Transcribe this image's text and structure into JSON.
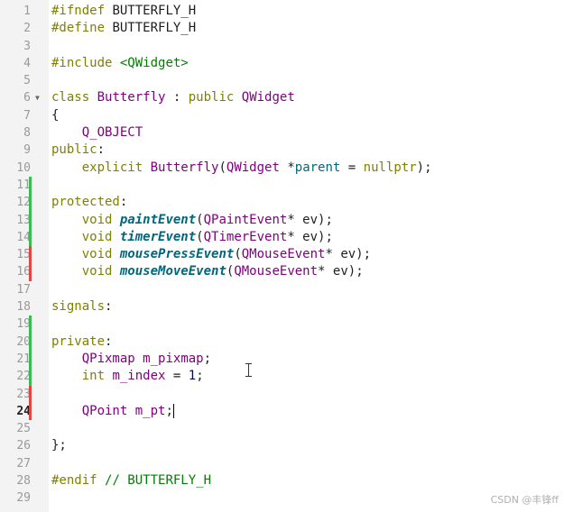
{
  "watermark": "CSDN @丰锋ff",
  "colors": {
    "keyword": "#808000",
    "type": "#800080",
    "function": "#00677c",
    "string": "#008000",
    "number": "#000080",
    "gutter_background": "#f3f3f3",
    "change_added": "#3cba54",
    "change_modified": "#e04848"
  },
  "editor": {
    "current_line": 24,
    "lines": [
      {
        "n": "1",
        "tokens": [
          [
            "kw",
            "#ifndef"
          ],
          [
            "tx",
            " BUTTERFLY_H"
          ]
        ]
      },
      {
        "n": "2",
        "tokens": [
          [
            "kw",
            "#define"
          ],
          [
            "tx",
            " BUTTERFLY_H"
          ]
        ]
      },
      {
        "n": "3",
        "tokens": []
      },
      {
        "n": "4",
        "tokens": [
          [
            "kw",
            "#include"
          ],
          [
            "tx",
            " "
          ],
          [
            "st",
            "<QWidget>"
          ]
        ]
      },
      {
        "n": "5",
        "tokens": []
      },
      {
        "n": "6",
        "fold": true,
        "tokens": [
          [
            "kw",
            "class"
          ],
          [
            "tx",
            " "
          ],
          [
            "ty",
            "Butterfly"
          ],
          [
            "tx",
            " : "
          ],
          [
            "kw",
            "public"
          ],
          [
            "tx",
            " "
          ],
          [
            "ty",
            "QWidget"
          ]
        ]
      },
      {
        "n": "7",
        "tokens": [
          [
            "tx",
            "{"
          ]
        ]
      },
      {
        "n": "8",
        "tokens": [
          [
            "tx",
            "    "
          ],
          [
            "ty",
            "Q_OBJECT"
          ]
        ]
      },
      {
        "n": "9",
        "tokens": [
          [
            "kw",
            "public"
          ],
          [
            "tx",
            ":"
          ]
        ]
      },
      {
        "n": "10",
        "tokens": [
          [
            "tx",
            "    "
          ],
          [
            "kw",
            "explicit"
          ],
          [
            "tx",
            " "
          ],
          [
            "ty",
            "Butterfly"
          ],
          [
            "tx",
            "("
          ],
          [
            "ty",
            "QWidget"
          ],
          [
            "tx",
            " *"
          ],
          [
            "ar",
            "parent"
          ],
          [
            "tx",
            " = "
          ],
          [
            "kw",
            "nullptr"
          ],
          [
            "tx",
            ");"
          ]
        ]
      },
      {
        "n": "11",
        "mark": "added",
        "tokens": []
      },
      {
        "n": "12",
        "mark": "added",
        "tokens": [
          [
            "kw",
            "protected"
          ],
          [
            "tx",
            ":"
          ]
        ]
      },
      {
        "n": "13",
        "mark": "added",
        "tokens": [
          [
            "tx",
            "    "
          ],
          [
            "kw",
            "void"
          ],
          [
            "tx",
            " "
          ],
          [
            "fn",
            "paintEvent"
          ],
          [
            "tx",
            "("
          ],
          [
            "ty",
            "QPaintEvent"
          ],
          [
            "tx",
            "* ev);"
          ]
        ]
      },
      {
        "n": "14",
        "mark": "added",
        "tokens": [
          [
            "tx",
            "    "
          ],
          [
            "kw",
            "void"
          ],
          [
            "tx",
            " "
          ],
          [
            "fn",
            "timerEvent"
          ],
          [
            "tx",
            "("
          ],
          [
            "ty",
            "QTimerEvent"
          ],
          [
            "tx",
            "* ev);"
          ]
        ]
      },
      {
        "n": "15",
        "mark": "modified",
        "tokens": [
          [
            "tx",
            "    "
          ],
          [
            "kw",
            "void"
          ],
          [
            "tx",
            " "
          ],
          [
            "fn",
            "mousePressEvent"
          ],
          [
            "tx",
            "("
          ],
          [
            "ty",
            "QMouseEvent"
          ],
          [
            "tx",
            "* ev);"
          ]
        ]
      },
      {
        "n": "16",
        "mark": "modified",
        "tokens": [
          [
            "tx",
            "    "
          ],
          [
            "kw",
            "void"
          ],
          [
            "tx",
            " "
          ],
          [
            "fn",
            "mouseMoveEvent"
          ],
          [
            "tx",
            "("
          ],
          [
            "ty",
            "QMouseEvent"
          ],
          [
            "tx",
            "* ev);"
          ]
        ]
      },
      {
        "n": "17",
        "tokens": []
      },
      {
        "n": "18",
        "tokens": [
          [
            "kw",
            "signals"
          ],
          [
            "tx",
            ":"
          ]
        ]
      },
      {
        "n": "19",
        "mark": "added",
        "tokens": []
      },
      {
        "n": "20",
        "mark": "added",
        "tokens": [
          [
            "kw",
            "private"
          ],
          [
            "tx",
            ":"
          ]
        ]
      },
      {
        "n": "21",
        "mark": "added",
        "tokens": [
          [
            "tx",
            "    "
          ],
          [
            "ty",
            "QPixmap"
          ],
          [
            "tx",
            " "
          ],
          [
            "ty",
            "m_pixmap"
          ],
          [
            "tx",
            ";"
          ]
        ]
      },
      {
        "n": "22",
        "mark": "added",
        "tokens": [
          [
            "tx",
            "    "
          ],
          [
            "kw",
            "int"
          ],
          [
            "tx",
            " "
          ],
          [
            "ty",
            "m_index"
          ],
          [
            "tx",
            " = "
          ],
          [
            "nu",
            "1"
          ],
          [
            "tx",
            ";"
          ]
        ]
      },
      {
        "n": "23",
        "mark": "modified",
        "tokens": []
      },
      {
        "n": "24",
        "mark": "modified",
        "cursor": true,
        "tokens": [
          [
            "tx",
            "    "
          ],
          [
            "ty",
            "QPoint"
          ],
          [
            "tx",
            " "
          ],
          [
            "ty",
            "m_pt"
          ],
          [
            "tx",
            ";"
          ]
        ]
      },
      {
        "n": "25",
        "tokens": []
      },
      {
        "n": "26",
        "tokens": [
          [
            "tx",
            "};"
          ]
        ]
      },
      {
        "n": "27",
        "tokens": []
      },
      {
        "n": "28",
        "tokens": [
          [
            "kw",
            "#endif"
          ],
          [
            "tx",
            " "
          ],
          [
            "cm",
            "// BUTTERFLY_H"
          ]
        ]
      },
      {
        "n": "29",
        "tokens": []
      }
    ]
  }
}
